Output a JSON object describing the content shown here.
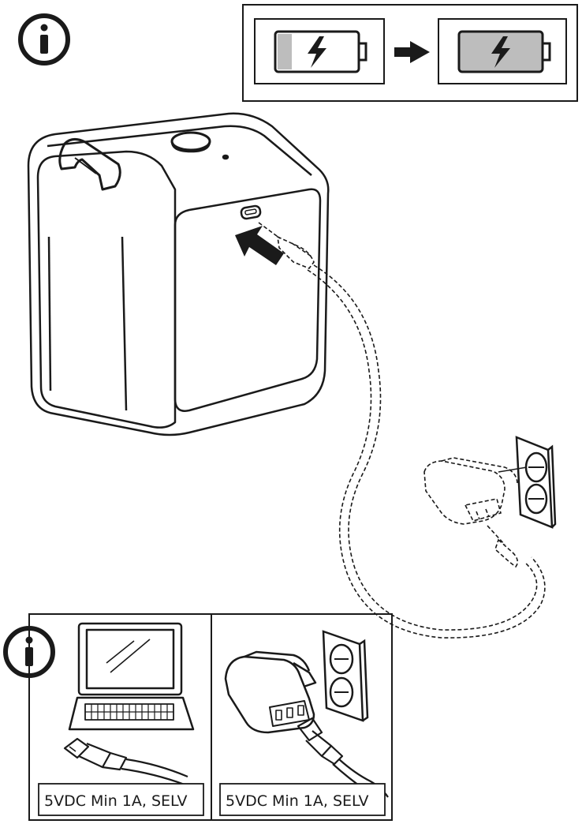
{
  "page": {
    "info_icon_top": "info-icon",
    "info_icon_bottom": "info-icon",
    "charging_states": [
      {
        "state": "low",
        "icon": "battery-low-charging-icon"
      },
      {
        "state": "full",
        "icon": "battery-full-charging-icon"
      }
    ],
    "arrow_icon": "right-arrow-icon"
  },
  "power_sources": [
    {
      "name": "computer",
      "icon": "laptop-icon",
      "caption": "5VDC Min 1A, SELV"
    },
    {
      "name": "wall-adapter",
      "icon": "usb-wall-adapter-icon",
      "caption": "5VDC Min 1A, SELV"
    }
  ]
}
